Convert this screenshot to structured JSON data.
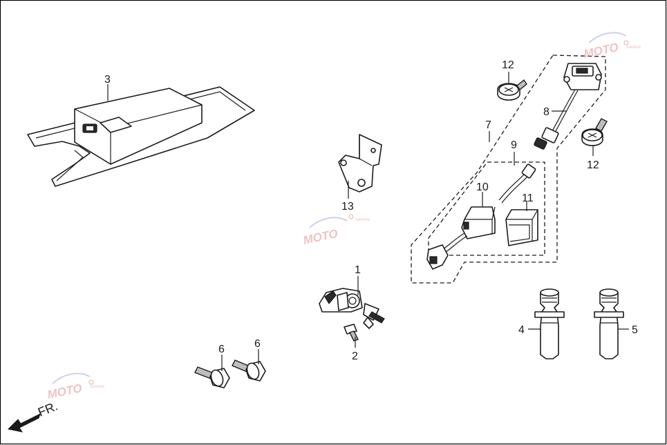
{
  "callouts": {
    "c1": "1",
    "c2": "2",
    "c3": "3",
    "c4": "4",
    "c5": "5",
    "c6a": "6",
    "c6b": "6",
    "c7": "7",
    "c8": "8",
    "c9": "9",
    "c10": "10",
    "c11": "11",
    "c12a": "12",
    "c12b": "12",
    "c13": "13"
  },
  "direction_label": "FR.",
  "watermark": {
    "brand": "MOTO",
    "sub": "GARAGE"
  },
  "colors": {
    "line": "#1a1a1a",
    "watermark": "#e8a0a0",
    "border": "#000000"
  }
}
